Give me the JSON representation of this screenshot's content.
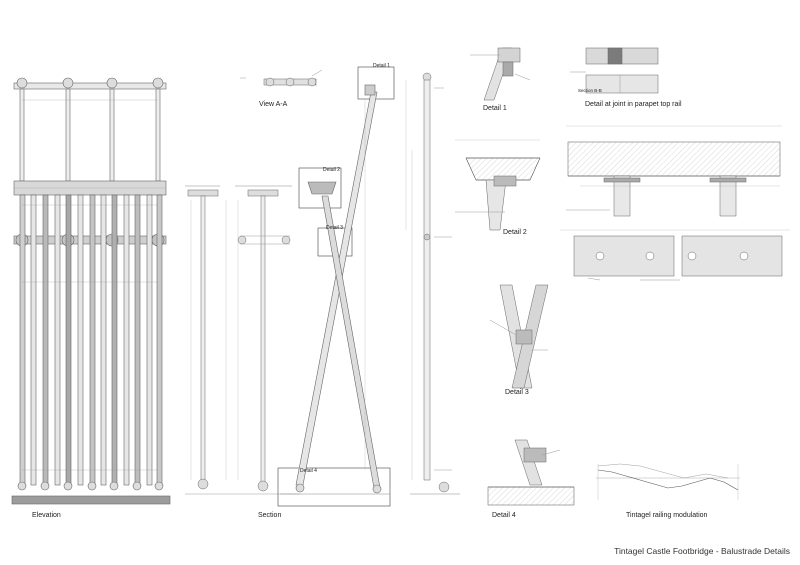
{
  "sheet_title": "Tintagel Castle Footbridge - Balustrade Details",
  "views": {
    "elevation": "Elevation",
    "section": "Section",
    "view_aa": "View A-A",
    "detail1": "Detail 1",
    "detail2": "Detail 2",
    "detail3": "Detail 3",
    "detail4": "Detail 4",
    "parapet_joint": "Detail at joint in parapet top rail",
    "modulation": "Tintagel railing modulation"
  },
  "callouts": {
    "detail1": "Detail 1",
    "detail2": "Detail 2",
    "detail3": "Detail 3",
    "detail4": "Detail 4",
    "section_bb": "Section B-B"
  },
  "colors": {
    "line": "#555555",
    "fill_light": "#e4e4e4",
    "fill_mid": "#c8c8c8",
    "fill_dark": "#9a9a9a",
    "hatch": "#bdbdbd"
  }
}
